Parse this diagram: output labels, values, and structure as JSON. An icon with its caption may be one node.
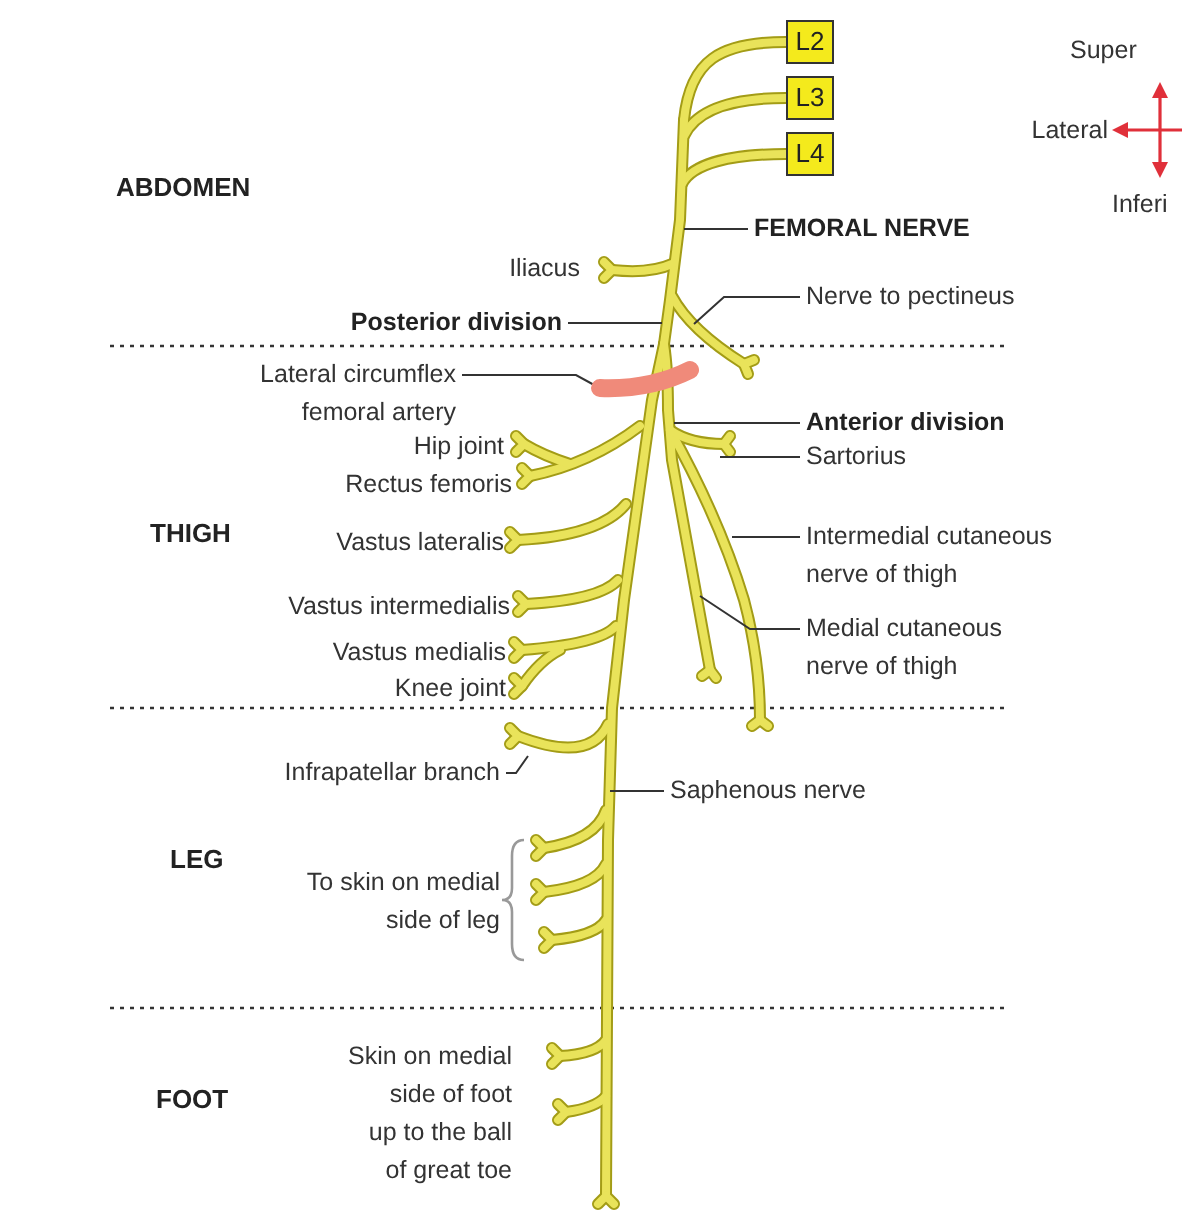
{
  "diagram": {
    "nodes": [
      {
        "text": [
          "L2"
        ]
      },
      {
        "text": [
          "L3"
        ]
      },
      {
        "text": [
          "L4"
        ]
      },
      {
        "text": [
          "FEMORAL NERVE"
        ]
      },
      {
        "text": [
          "Posterior division"
        ]
      },
      {
        "text": [
          "Nerve to pectineus"
        ]
      },
      {
        "text": [
          "Lateral circumflex femoral artery"
        ]
      },
      {
        "text": [],
        "shape": "bar"
      },
      {
        "text": [
          "Anterior division"
        ]
      },
      {
        "text": [
          "Sartorius"
        ]
      },
      {
        "text": [
          "Intermedial cutaneous nerve of thigh"
        ]
      },
      {
        "text": [
          "Medial cutaneous nerve of thigh"
        ]
      },
      {
        "text": [
          "Infrapatellar branch"
        ]
      },
      {
        "text": [
          "Saphenous nerve"
        ]
      }
    ],
    "edges": [
      {
        "from": 3,
        "to": null,
        "arrow": "none"
      },
      {
        "from": 4,
        "to": null,
        "arrow": "none"
      },
      {
        "from": 5,
        "to": null,
        "arrow": "none"
      },
      {
        "from": 6,
        "to": 7,
        "arrow": "none"
      },
      {
        "from": 8,
        "to": null,
        "arrow": "none"
      },
      {
        "from": 9,
        "to": null,
        "arrow": "none"
      },
      {
        "from": 10,
        "to": null,
        "arrow": "none"
      },
      {
        "from": 11,
        "to": null,
        "arrow": "none"
      },
      {
        "from": 12,
        "to": null,
        "arrow": "none"
      },
      {
        "from": 13,
        "to": null,
        "arrow": "none"
      }
    ],
    "labels": [
      "Super",
      "Lateral",
      "Inferi",
      "ABDOMEN",
      "Iliacus",
      "Hip joint",
      "Rectus femoris",
      "THIGH",
      "Vastus lateralis",
      "Vastus intermedialis",
      "Vastus medialis",
      "Knee joint",
      "LEG",
      "To skin on medial side of leg",
      "FOOT",
      "Skin on medial side of foot up to the ball of great toe"
    ]
  }
}
